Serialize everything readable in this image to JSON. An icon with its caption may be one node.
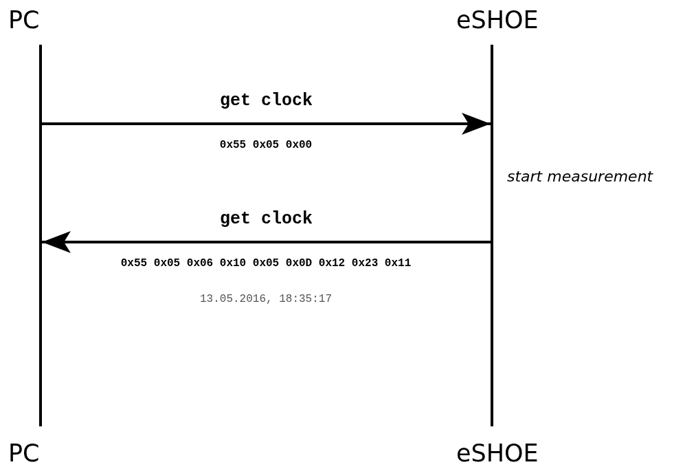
{
  "diagram": {
    "nodes": [
      {
        "text": [
          "PC",
          "PC"
        ]
      },
      {
        "text": [
          "eSHOE",
          "eSHOE"
        ]
      }
    ],
    "edges": [
      {
        "from": 0,
        "to": 1,
        "arrow": "to",
        "label": "get clock"
      },
      {
        "from": 1,
        "to": 0,
        "arrow": "to",
        "label": "get clock"
      }
    ],
    "labels": [
      "0x55 0x05 0x00",
      "start measurement",
      "0x55 0x05 0x06 0x10 0x05 0x0D 0x12 0x23 0x11",
      "13.05.2016, 18:35:17"
    ]
  }
}
